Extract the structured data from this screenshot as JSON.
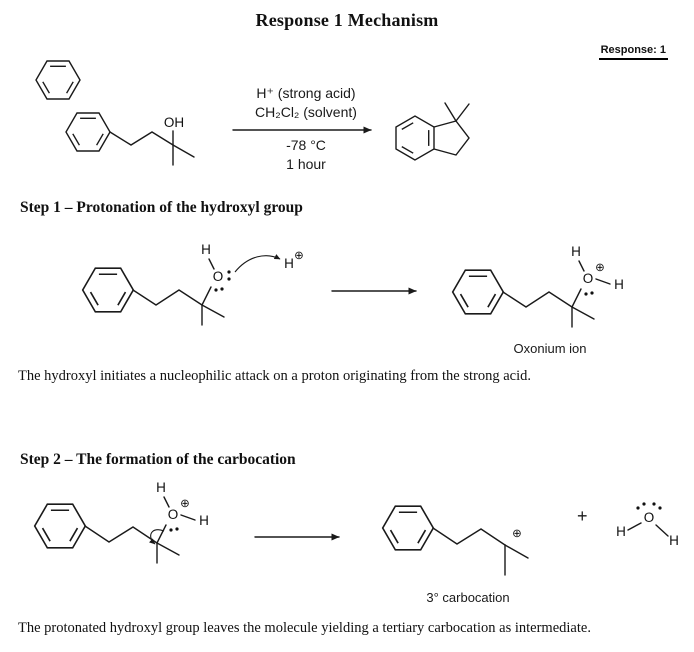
{
  "title": "Response 1 Mechanism",
  "response_badge": "Response: 1",
  "scheme": {
    "conditions_line1": "H⁺ (strong acid)",
    "conditions_line2": "CH₂Cl₂ (solvent)",
    "conditions_line3": "-78 °C",
    "conditions_line4": "1 hour"
  },
  "step1": {
    "heading": "Step 1 – Protonation of the hydroxyl group",
    "product_label": "Oxonium ion",
    "caption": "The hydroxyl initiates a nucleophilic attack on a proton originating from the strong acid."
  },
  "step2": {
    "heading": "Step 2 – The formation of the carbocation",
    "plus_sign": "+",
    "product_label": "3° carbocation",
    "caption": "The protonated hydroxyl group leaves the molecule yielding a tertiary carbocation as intermediate."
  },
  "atoms": {
    "O": "O",
    "H": "H",
    "OH": "OH",
    "plus_circle": "⊕"
  }
}
